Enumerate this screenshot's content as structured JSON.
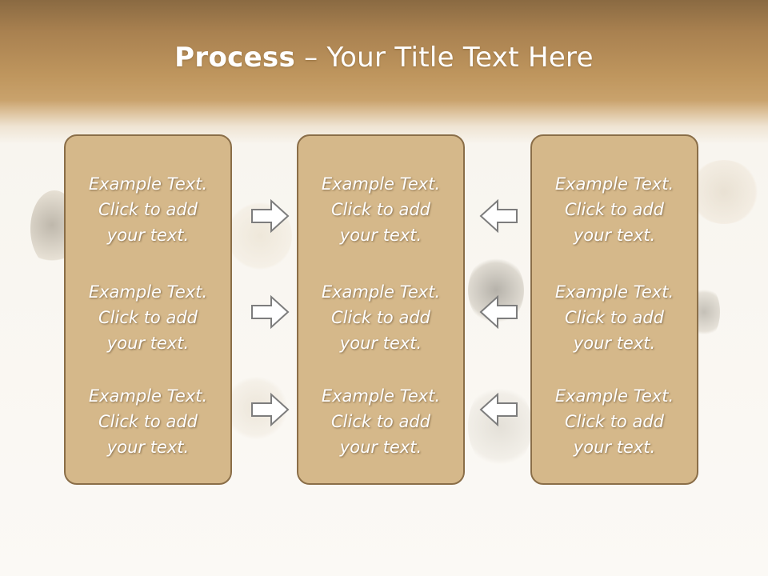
{
  "slide": {
    "title_bold": "Process",
    "title_rest": " – Your Title Text Here"
  },
  "columns": [
    {
      "items": [
        {
          "line1": "Example Text.",
          "line2": "Click  to add",
          "line3": "your text."
        },
        {
          "line1": "Example Text.",
          "line2": "Click  to add",
          "line3": "your text."
        },
        {
          "line1": "Example Text.",
          "line2": "Click  to add",
          "line3": "your text."
        }
      ]
    },
    {
      "items": [
        {
          "line1": "Example Text.",
          "line2": "Click  to add",
          "line3": "your text."
        },
        {
          "line1": "Example Text.",
          "line2": "Click  to add",
          "line3": "your text."
        },
        {
          "line1": "Example Text.",
          "line2": "Click  to add",
          "line3": "your text."
        }
      ]
    },
    {
      "items": [
        {
          "line1": "Example Text.",
          "line2": "Click  to add",
          "line3": "your text."
        },
        {
          "line1": "Example Text.",
          "line2": "Click  to add",
          "line3": "your text."
        },
        {
          "line1": "Example Text.",
          "line2": "Click  to add",
          "line3": "your text."
        }
      ]
    }
  ],
  "arrows": {
    "left_group": "right-arrow-icon",
    "right_group": "left-arrow-icon"
  },
  "colors": {
    "header_brown": "#a98150",
    "panel_fill": "#d5b88a",
    "panel_border": "#8a6e48",
    "text": "#ffffff"
  }
}
